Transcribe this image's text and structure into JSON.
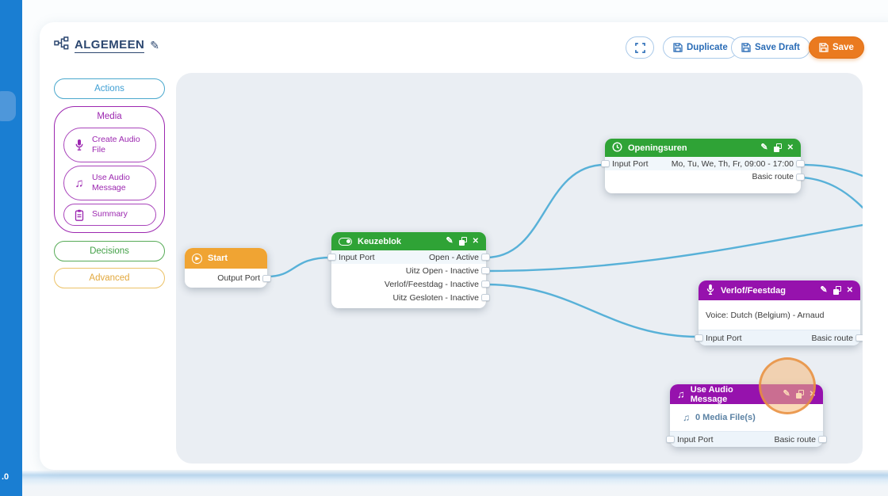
{
  "app": {
    "title": "ALGEMEEN",
    "version": ".0"
  },
  "toolbar": {
    "duplicate": "Duplicate",
    "save_draft": "Save Draft",
    "save": "Save"
  },
  "palette": {
    "actions": "Actions",
    "media_title": "Media",
    "media_items": [
      {
        "icon": "microphone-icon",
        "label": "Create Audio File"
      },
      {
        "icon": "music-note-icon",
        "label": "Use Audio Message"
      },
      {
        "icon": "clipboard-icon",
        "label": "Summary"
      }
    ],
    "decisions": "Decisions",
    "advanced": "Advanced"
  },
  "nodes": {
    "start": {
      "title": "Start",
      "output": "Output Port"
    },
    "keuzeblok": {
      "title": "Keuzeblok",
      "input": "Input Port",
      "outputs": [
        "Open - Active",
        "Uitz Open - Inactive",
        "Verlof/Feestdag - Inactive",
        "Uitz Gesloten - Inactive"
      ]
    },
    "openingsuren": {
      "title": "Openingsuren",
      "input": "Input Port",
      "schedule": "Mo, Tu, We, Th, Fr, 09:00 - 17:00",
      "basic_route": "Basic route"
    },
    "verlof": {
      "title": "Verlof/Feestdag",
      "voice": "Voice: Dutch (Belgium) - Arnaud",
      "input": "Input Port",
      "basic_route": "Basic route"
    },
    "use_audio": {
      "title": "Use Audio Message",
      "media_files": "0 Media File(s)",
      "input": "Input Port",
      "basic_route": "Basic route"
    }
  },
  "icons": {
    "flow-icon": "sitemap",
    "edit-icon": "pencil",
    "copy-icon": "duplicate-squares",
    "close-icon": "x",
    "clock-icon": "clock",
    "toggle-icon": "switch",
    "play-icon": "play-circle",
    "microphone-icon": "mic",
    "music-note-icon": "beamed-notes",
    "clipboard-icon": "clipboard",
    "save-icon": "floppy-disk",
    "fullscreen-icon": "corner-brackets"
  },
  "colors": {
    "green_header": "#2fa336",
    "orange_header": "#f0a433",
    "purple_header": "#9612ad",
    "save_button": "#ea7a1f",
    "connector": "#58b1d8",
    "sidebar_strip": "#1a7ed2",
    "canvas_bg": "#eaeef3",
    "title_navy": "#2c4770",
    "highlight_ring": "#e98f3e"
  }
}
